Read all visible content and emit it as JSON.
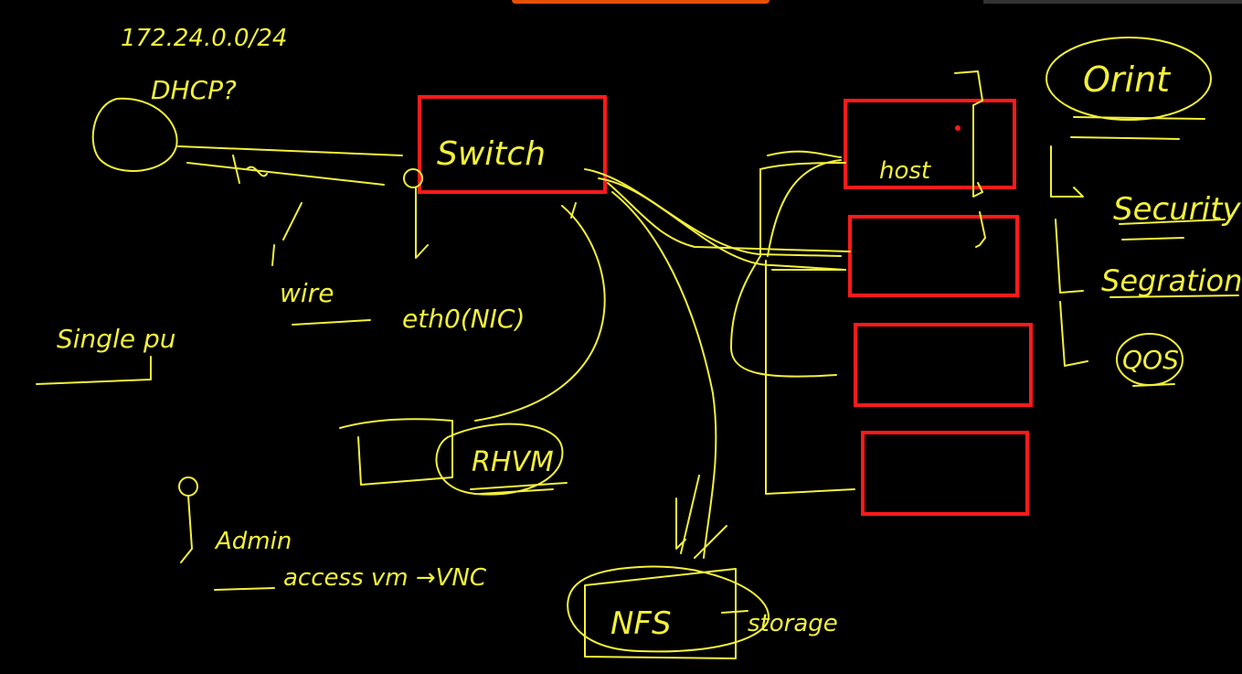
{
  "colors": {
    "background": "#000000",
    "ink": "#f2f03a",
    "box_outline": "#ff1a1a",
    "top_tab": "#e65100",
    "top_right_bar": "#333333"
  },
  "labels": {
    "ip": "172.24.0.0/24",
    "dhcp": "DHCP?",
    "wire": "wire",
    "eth0": "eth0(NIC)",
    "single": "Single pu",
    "switch": "Switch",
    "host": "host",
    "rhvm": "RHVM",
    "admin": "Admin",
    "access": "access vm →VNC",
    "nfs": "NFS",
    "storage": "storage",
    "orint": "Orint",
    "security": "Security",
    "segration": "Segration",
    "qos": "QOS"
  }
}
